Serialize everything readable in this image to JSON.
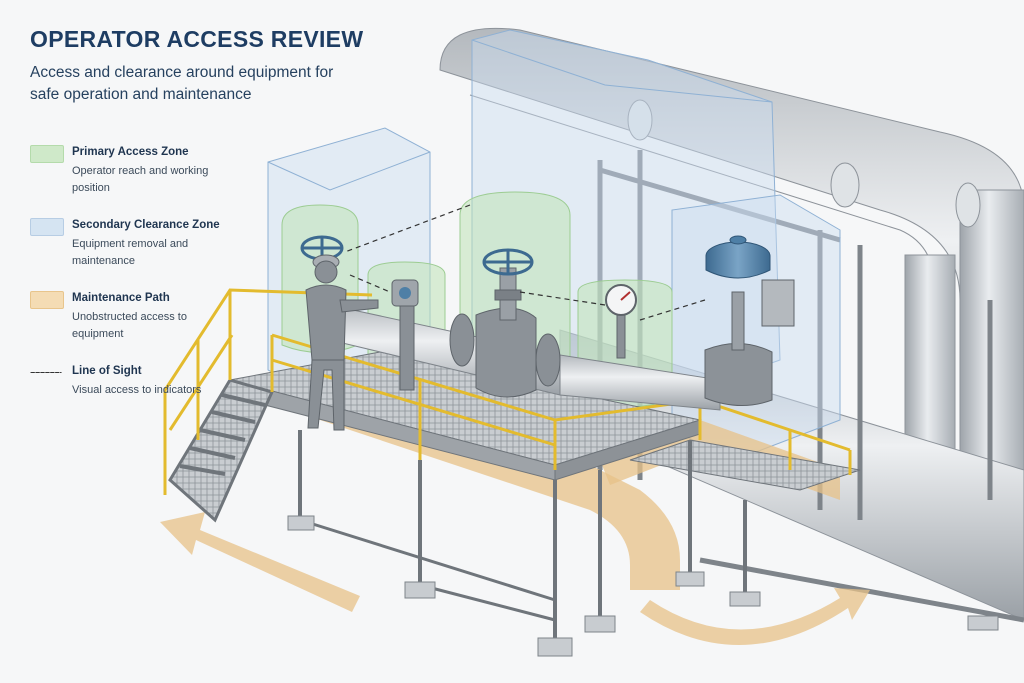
{
  "header": {
    "title": "OPERATOR ACCESS REVIEW",
    "subtitle": "Access and clearance around equipment for safe operation and maintenance"
  },
  "legend": {
    "items": [
      {
        "key": "primary",
        "label": "Primary Access Zone",
        "description": "Operator reach and working position"
      },
      {
        "key": "secondary",
        "label": "Secondary Clearance Zone",
        "description": "Equipment removal and maintenance"
      },
      {
        "key": "maintenance",
        "label": "Maintenance Path",
        "description": "Unobstructed access to equipment"
      },
      {
        "key": "sight",
        "label": "Line of Sight",
        "description": "Visual access to indicators"
      }
    ]
  },
  "colors": {
    "primary_zone": "#cfe9c9",
    "secondary_zone": "#d5e4f2",
    "maintenance_path": "#f4dcb4",
    "handrail": "#e3bb2e",
    "steel": "#8b8f94",
    "valve_actuator": "#4e7fa6",
    "title": "#1e3d63"
  },
  "icons": [
    "handwheel-icon",
    "pressure-gauge-icon",
    "control-valve-actuator-icon",
    "operator-figure-icon"
  ]
}
